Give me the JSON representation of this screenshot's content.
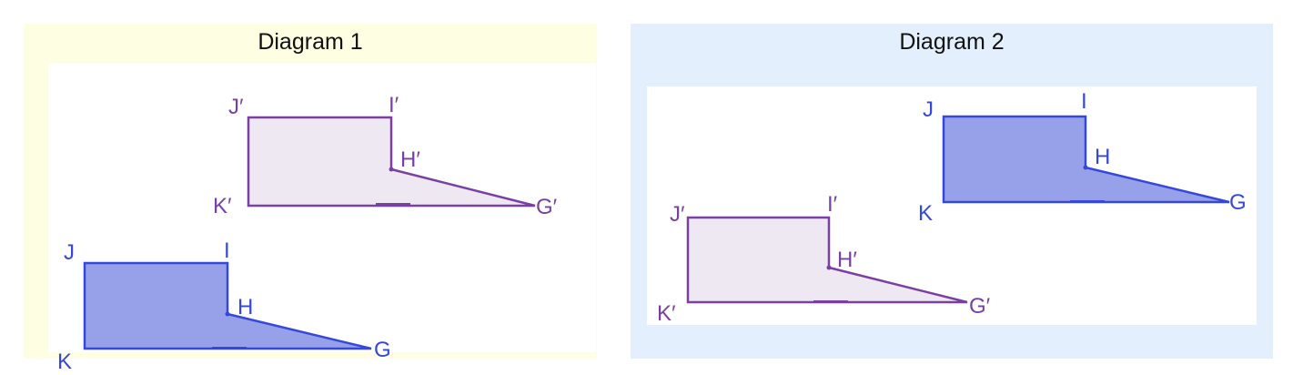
{
  "diagrams": [
    {
      "title": "Diagram 1",
      "background": "#fefee3",
      "shapes": [
        {
          "role": "image",
          "fill": "#eee8f2",
          "stroke": "#7a3fa3",
          "label_color": "#7a3fa3",
          "labels": {
            "G": "G′",
            "H": "H′",
            "I": "I′",
            "J": "J′",
            "K": "K′"
          }
        },
        {
          "role": "preimage",
          "fill": "#97a1ea",
          "stroke": "#3548d9",
          "label_color": "#3548d9",
          "labels": {
            "G": "G",
            "H": "H",
            "I": "I",
            "J": "J",
            "K": "K"
          }
        }
      ]
    },
    {
      "title": "Diagram 2",
      "background": "#e3effc",
      "shapes": [
        {
          "role": "preimage",
          "fill": "#97a1ea",
          "stroke": "#3548d9",
          "label_color": "#3548d9",
          "labels": {
            "G": "G",
            "H": "H",
            "I": "I",
            "J": "J",
            "K": "K"
          }
        },
        {
          "role": "image",
          "fill": "#eee8f2",
          "stroke": "#7a3fa3",
          "label_color": "#7a3fa3",
          "labels": {
            "G": "G′",
            "H": "H′",
            "I": "I′",
            "J": "J′",
            "K": "K′"
          }
        }
      ]
    }
  ]
}
